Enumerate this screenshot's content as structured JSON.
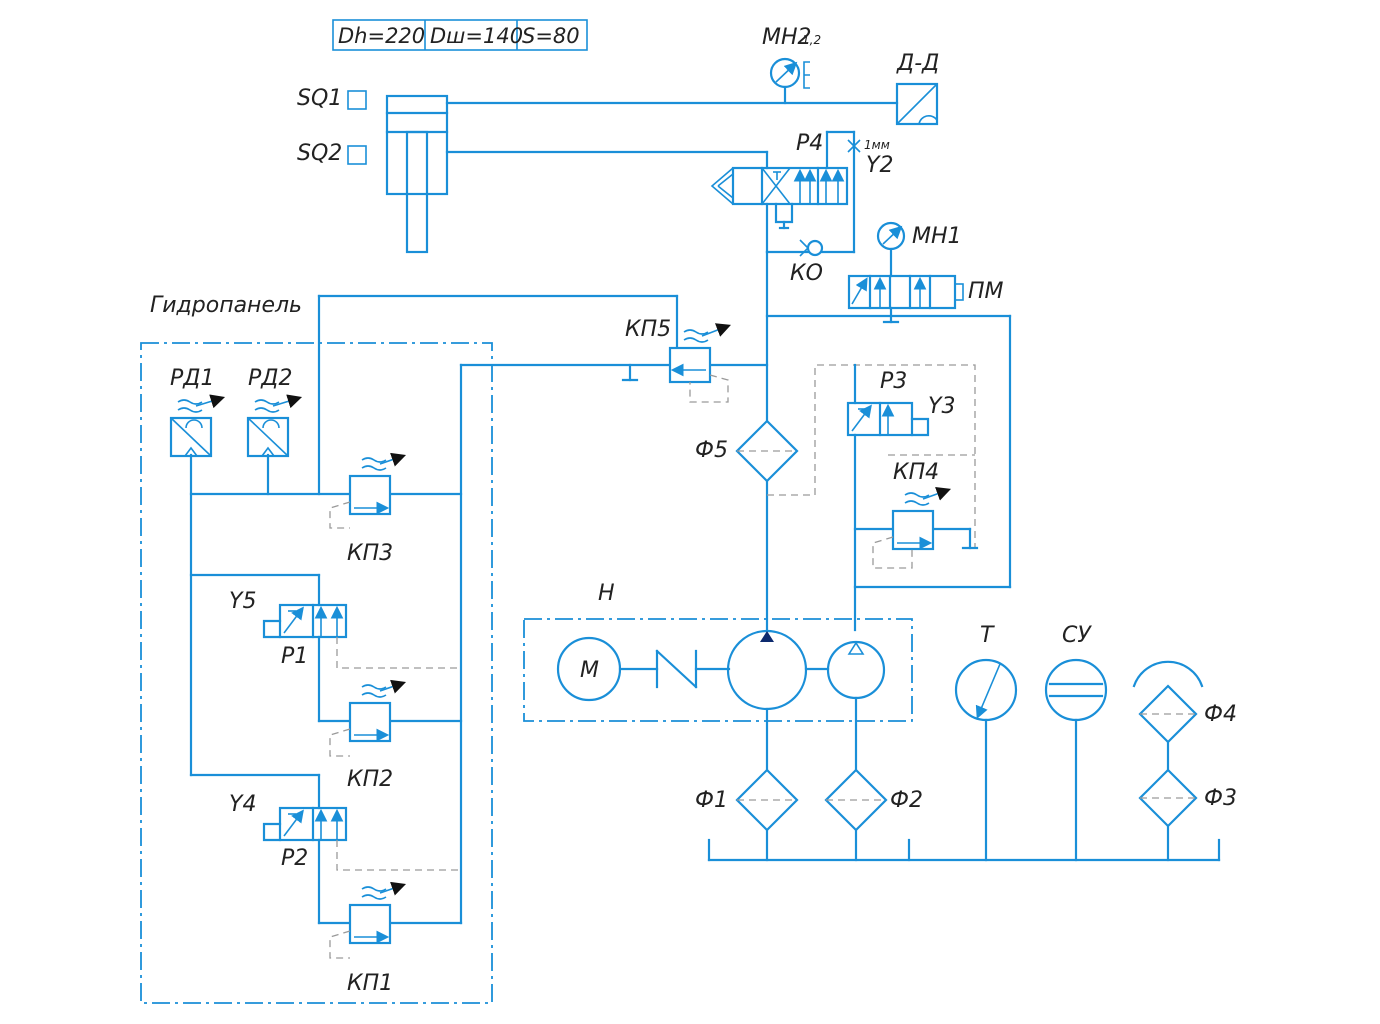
{
  "spec_table": {
    "dh": "Dh=220",
    "dw": "Dш=140",
    "s": "S=80"
  },
  "labels": {
    "sq1": "SQ1",
    "sq2": "SQ2",
    "mh2": "МН2",
    "mh2_sub": "1,2",
    "dd": "Д-Д",
    "p4": "Р4",
    "y2": "Y2",
    "choke": "1мм",
    "ko": "КО",
    "mh1": "МН1",
    "pm": "ПМ",
    "panel": "Гидропанель",
    "rd1": "РД1",
    "rd2": "РД2",
    "kp5": "КП5",
    "kp3": "КП3",
    "kp2": "КП2",
    "kp1": "КП1",
    "kp4": "КП4",
    "y5": "Y5",
    "p1": "Р1",
    "y4": "Y4",
    "p2": "Р2",
    "p3": "Р3",
    "y3": "Y3",
    "f5": "Ф5",
    "h": "Н",
    "m": "М",
    "t": "Т",
    "su": "СУ",
    "f1": "Ф1",
    "f2": "Ф2",
    "f3": "Ф3",
    "f4": "Ф4"
  },
  "colors": {
    "line": "#1a8fd8",
    "drain": "#9a9a9a",
    "text": "#222222"
  }
}
